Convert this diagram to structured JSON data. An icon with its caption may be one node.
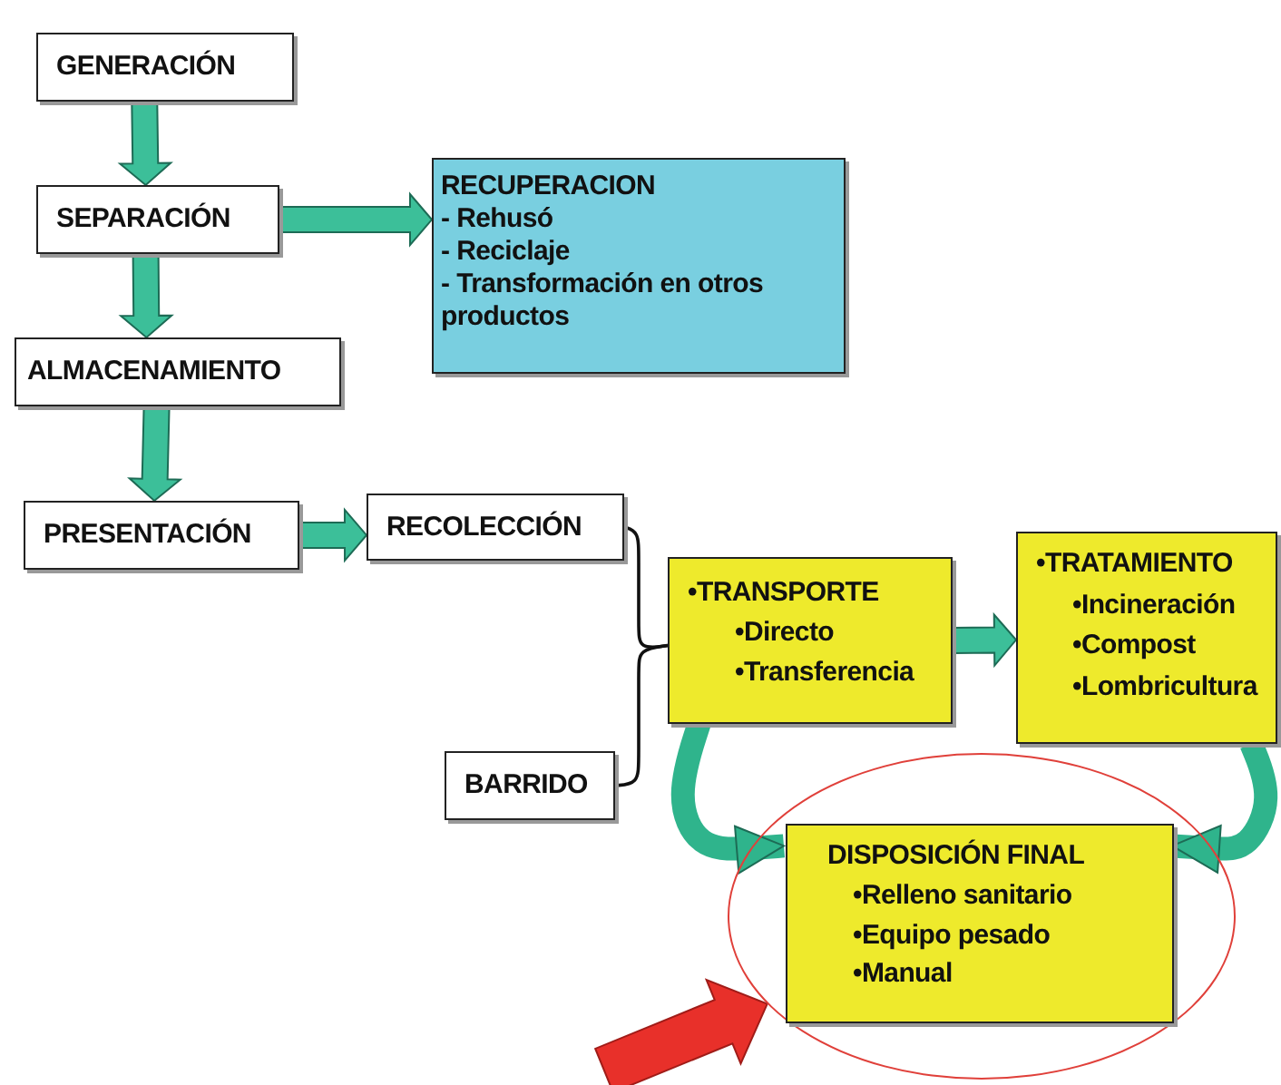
{
  "diagram": {
    "nodes": [
      {
        "text": [
          "GENERACIÓN"
        ]
      },
      {
        "text": [
          "SEPARACIÓN"
        ]
      },
      {
        "text": [
          "ALMACENAMIENTO"
        ]
      },
      {
        "text": [
          "PRESENTACIÓN"
        ]
      },
      {
        "text": [
          "RECOLECCIÓN"
        ]
      },
      {
        "text": [
          "BARRIDO"
        ]
      },
      {
        "text": [
          "RECUPERACION",
          "- Rehusó",
          "- Reciclaje",
          "- Transformación en otros productos"
        ]
      },
      {
        "text": [
          "•TRANSPORTE",
          "•Directo",
          "•Transferencia"
        ]
      },
      {
        "text": [
          "•TRATAMIENTO",
          "•Incineración",
          "•Compost",
          "•Lombricultura"
        ]
      },
      {
        "text": [],
        "shape": "ellipse"
      },
      {
        "text": [
          "DISPOSICIÓN FINAL",
          "•Relleno sanitario",
          "•Equipo pesado",
          "•Manual"
        ],
        "in": 9
      }
    ],
    "edges": [
      {
        "from": 0,
        "to": 1,
        "arrow": "to",
        "style": "thick"
      },
      {
        "from": 1,
        "to": 2,
        "arrow": "to",
        "style": "thick"
      },
      {
        "from": 2,
        "to": 3,
        "arrow": "to",
        "style": "thick"
      },
      {
        "from": 1,
        "to": 6,
        "arrow": "to",
        "style": "thick"
      },
      {
        "from": 3,
        "to": 4,
        "arrow": "to",
        "style": "thick"
      },
      {
        "from": 7,
        "to": 8,
        "arrow": "to",
        "style": "thick"
      },
      {
        "from": 7,
        "to": 10,
        "arrow": "to",
        "style": "thick"
      },
      {
        "from": 8,
        "to": 10,
        "arrow": "to",
        "style": "thick"
      },
      {
        "from": null,
        "to": 9,
        "arrow": "to",
        "style": "thick",
        "color": "#e8302a"
      },
      {
        "from": 4,
        "to": 7,
        "arrow": "none",
        "color": "#111111"
      },
      {
        "from": 5,
        "to": 7,
        "arrow": "none",
        "color": "#111111"
      }
    ]
  }
}
